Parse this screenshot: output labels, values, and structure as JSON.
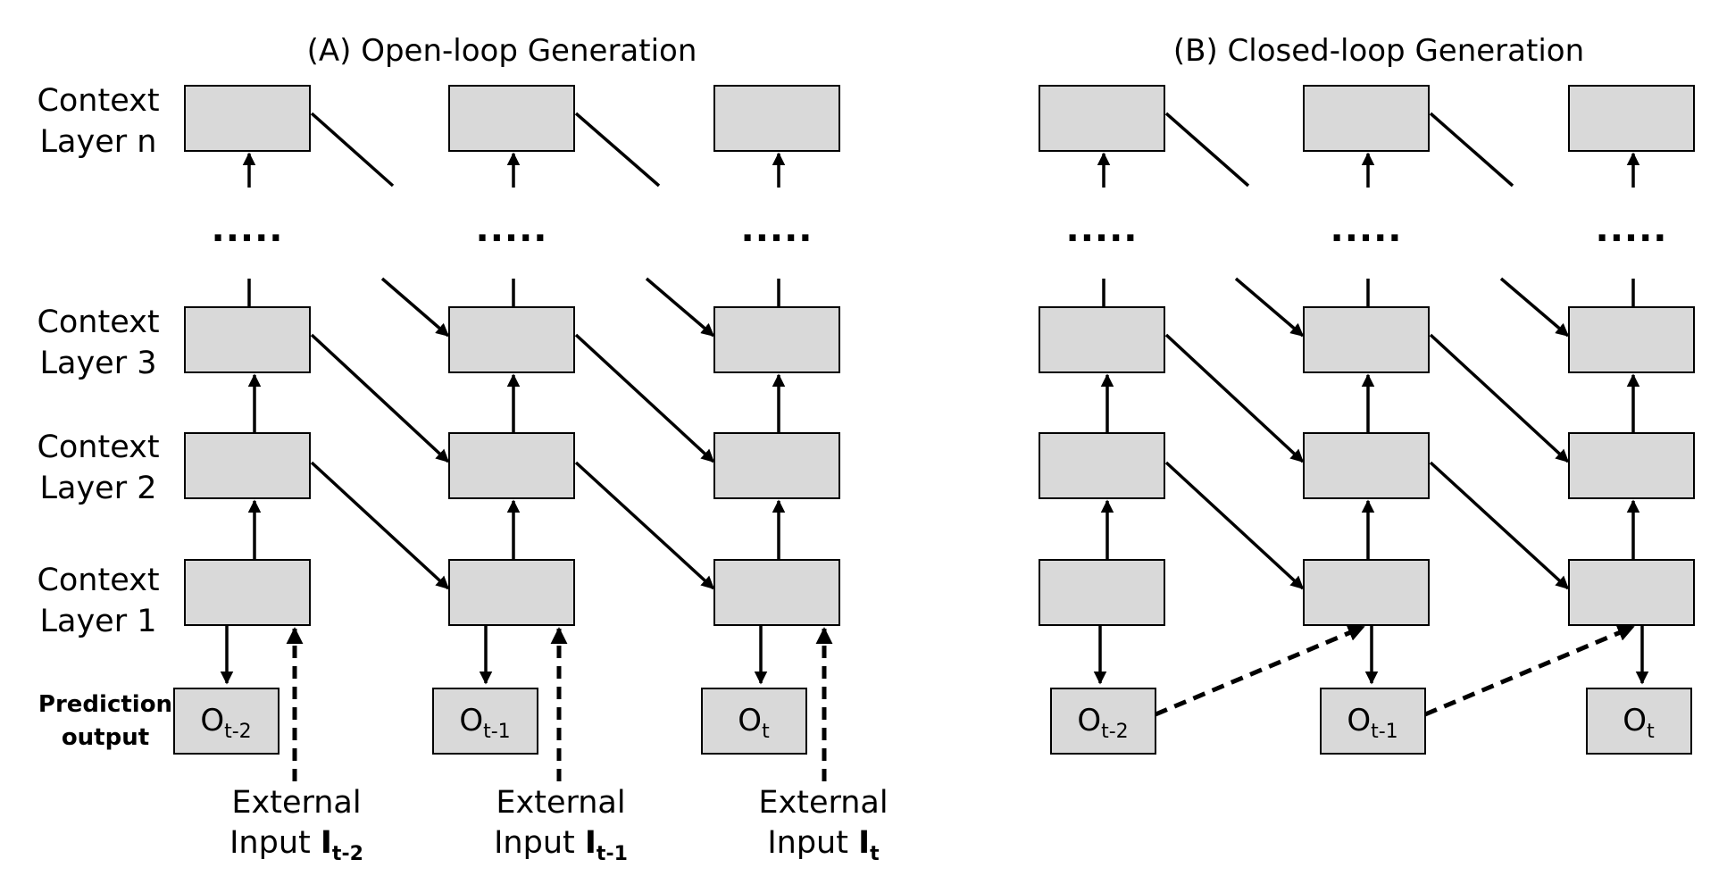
{
  "titles": {
    "open_loop": "(A) Open-loop Generation",
    "closed_loop": "(B) Closed-loop Generation"
  },
  "layer_labels": {
    "n": [
      "Context",
      "Layer n"
    ],
    "l3": [
      "Context",
      "Layer 3"
    ],
    "l2": [
      "Context",
      "Layer 2"
    ],
    "l1": [
      "Context",
      "Layer 1"
    ]
  },
  "prediction_label": [
    "Prediction",
    "output"
  ],
  "ellipsis": ".....",
  "outputs": [
    {
      "base": "O",
      "sub": "t-2"
    },
    {
      "base": "O",
      "sub": "t-1"
    },
    {
      "base": "O",
      "sub": "t"
    }
  ],
  "external_inputs": [
    {
      "line1": "External",
      "line2": "Input",
      "base": "I",
      "sub": "t-2"
    },
    {
      "line1": "External",
      "line2": "Input",
      "base": "I",
      "sub": "t-1"
    },
    {
      "line1": "External",
      "line2": "Input",
      "base": "I",
      "sub": "t"
    }
  ]
}
